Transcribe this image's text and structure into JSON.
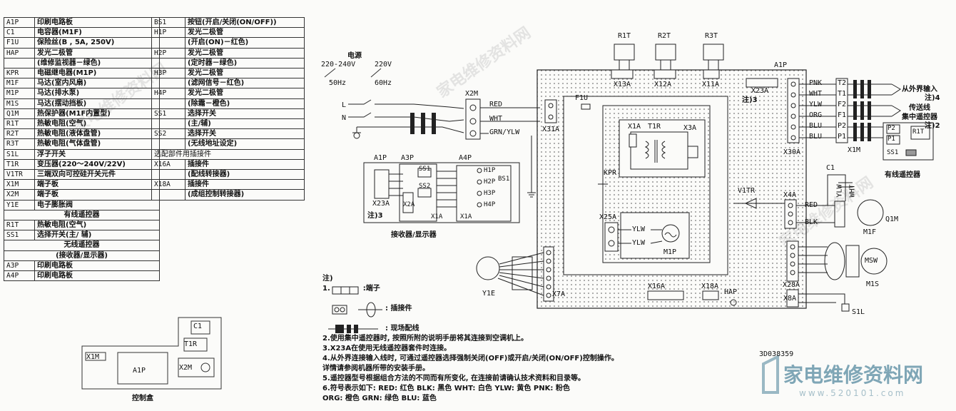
{
  "legend_left": [
    {
      "code": "A1P",
      "desc": "印刷电路板"
    },
    {
      "code": "C1",
      "desc": "电容器(M1F)"
    },
    {
      "code": "F1U",
      "desc": "保险丝(B , 5A, 250V)"
    },
    {
      "code": "HAP",
      "desc": "发光二极管"
    },
    {
      "code": "",
      "desc": "(维修监视器－绿色)"
    },
    {
      "code": "KPR",
      "desc": "电磁继电器(M1P)"
    },
    {
      "code": "M1F",
      "desc": "马达(室内风扇)"
    },
    {
      "code": "M1P",
      "desc": "马达(排水泵)"
    },
    {
      "code": "M1S",
      "desc": "马达(摆动挡板)"
    },
    {
      "code": "Q1M",
      "desc": "热保护器(M1F内置型)"
    },
    {
      "code": "R1T",
      "desc": "热敏电阻(空气)"
    },
    {
      "code": "R2T",
      "desc": "热敏电阻(液体盘管)"
    },
    {
      "code": "R3T",
      "desc": "热敏电阻(气体盘管)"
    },
    {
      "code": "S1L",
      "desc": "浮子开关"
    },
    {
      "code": "T1R",
      "desc": "变压器(220～240V/22V)"
    },
    {
      "code": "V1TR",
      "desc": "三端双向可控硅开关元件"
    },
    {
      "code": "X1M",
      "desc": "端子板"
    },
    {
      "code": "X2M",
      "desc": "端子板"
    },
    {
      "code": "Y1E",
      "desc": "电子膨胀阀"
    },
    {
      "code": "",
      "desc": "有线遥控器",
      "center": true
    },
    {
      "code": "R1T",
      "desc": "热敏电阻(空气)"
    },
    {
      "code": "SS1",
      "desc": "选择开关(主/ 辅)"
    },
    {
      "code": "",
      "desc": "无线遥控器",
      "center": true
    },
    {
      "code": "",
      "desc": "(接收器/显示器)",
      "center": true
    },
    {
      "code": "A3P",
      "desc": "印刷电路板"
    },
    {
      "code": "A4P",
      "desc": "印刷电路板"
    }
  ],
  "legend_right": [
    {
      "code": "BS1",
      "desc": "按钮(开启/关闭(ON/OFF))"
    },
    {
      "code": "H1P",
      "desc": "发光二极管"
    },
    {
      "code": "",
      "desc": "(开启(ON)－红色)"
    },
    {
      "code": "H2P",
      "desc": "发光二极管"
    },
    {
      "code": "",
      "desc": "(定时器－绿色)"
    },
    {
      "code": "H3P",
      "desc": "发光二极管"
    },
    {
      "code": "",
      "desc": "(滤网信号－红色)"
    },
    {
      "code": "H4P",
      "desc": "发光二极管"
    },
    {
      "code": "",
      "desc": "(除霜－橙色)"
    },
    {
      "code": "SS1",
      "desc": "选择开关"
    },
    {
      "code": "",
      "desc": "(主/辅)"
    },
    {
      "code": "SS2",
      "desc": "选择开关"
    },
    {
      "code": "",
      "desc": "(无线地址设定)"
    },
    {
      "code": "",
      "desc": "选配部件用插接件",
      "center": true
    },
    {
      "code": "X16A",
      "desc": "插接件"
    },
    {
      "code": "",
      "desc": "(配线转接器)"
    },
    {
      "code": "X18A",
      "desc": "插接件"
    },
    {
      "code": "",
      "desc": "(成组控制转接器)"
    }
  ],
  "control_box": {
    "title": "控制盒",
    "x1m": "X1M",
    "a1p": "A1P",
    "c1": "C1",
    "t1r": "T1R",
    "x2m": "X2M"
  },
  "power": {
    "label": "电源",
    "v1": "220-240V",
    "v2": "220V",
    "f1": "50Hz",
    "f2": "60Hz",
    "l": "L",
    "n": "N"
  },
  "receiver": {
    "title": "接收器/显示器",
    "a1p": "A1P",
    "a3p": "A3P",
    "a4p": "A4P",
    "ss1": "SS1",
    "ss2": "SS2",
    "x2a": "X2A",
    "x1a_1": "X1A",
    "x1a_2": "X1A",
    "x23a": "X23A",
    "note3": "注)3",
    "h1p": "H1P",
    "h2p": "H2P",
    "h3p": "H3P",
    "h4p": "H4P",
    "bs1": "BS1"
  },
  "main": {
    "x2m": "X2M",
    "red": "RED",
    "wht": "WHT",
    "grn": "GRN/YLW",
    "x31a": "X31A",
    "f1u": "F1U",
    "r1t": "R1T",
    "r2t": "R2T",
    "r3t": "R3T",
    "x13a": "X13A",
    "x12a": "X12A",
    "x11a": "X11A",
    "x23a": "X23A",
    "note3": "注)3",
    "a1p": "A1P",
    "x1a": "X1A",
    "t1r": "T1R",
    "x3a": "X3A",
    "kpr": "KPR",
    "x25a": "X25A",
    "ylw1": "YLW",
    "ylw2": "YLW",
    "m1p": "M1P",
    "v1tr": "V1TR",
    "x4a": "X4A",
    "x30a": "X30A",
    "x16a": "X16A",
    "x18a": "X18A",
    "hap": "HAP",
    "x7a": "X7A",
    "x28a": "X28A",
    "x8a": "X8A",
    "y1e": "Y1E",
    "m1s": "M1S",
    "msw": "MSW",
    "s1l": "S1L",
    "m1f": "M1F",
    "q1m": "Q1M",
    "c1": "C1",
    "red2": "RED",
    "blk": "BLK",
    "ylw_c": "YLW",
    "wht_c": "WHT",
    "x1m": "X1M",
    "term_colors": [
      "PNK",
      "WHT",
      "YLW",
      "ORG",
      "BLU",
      "BLU"
    ],
    "terms": [
      "T2",
      "T1",
      "F2",
      "F1",
      "P2",
      "P1"
    ],
    "ext_in": "从外界输入",
    "note4": "注)4",
    "trans": "传送线",
    "central": "集中遥控器",
    "note2": "注)2",
    "wired": "有线遥控器",
    "p2": "P2",
    "p1": "P1",
    "r1t_b": "R1T",
    "ss1_b": "SS1"
  },
  "notes": {
    "title": "注)",
    "n1": "1.",
    "n1a": ":端子",
    "n1b": ": 插接件",
    "n1c": ": 现场配线",
    "lines": [
      "2.使用集中遥控器时, 按照所附的说明手册将其连接到空调机上。",
      "3.X23A在使用无线遥控器套件时连接。",
      "4.从外界连接输入线时, 可通过遥控器选择强制关闭(OFF)或开启/关闭(ON/OFF)控制操作。",
      "   详情请参阅机器所带的安装手册。",
      "5.遥控器型号根据组合方法的不同而有所变化, 在连接前请确认技术资料和目录等。",
      "6.符号表示如下: RED: 红色  BLK: 黑色  WHT: 白色 YLW: 黄色  PNK: 粉色",
      "   ORG: 橙色  GRN: 绿色    BLU: 蓝色"
    ]
  },
  "doc_id": "3D038359",
  "watermark": {
    "brand": "家电维修资料网",
    "url": "www.520101.com"
  }
}
